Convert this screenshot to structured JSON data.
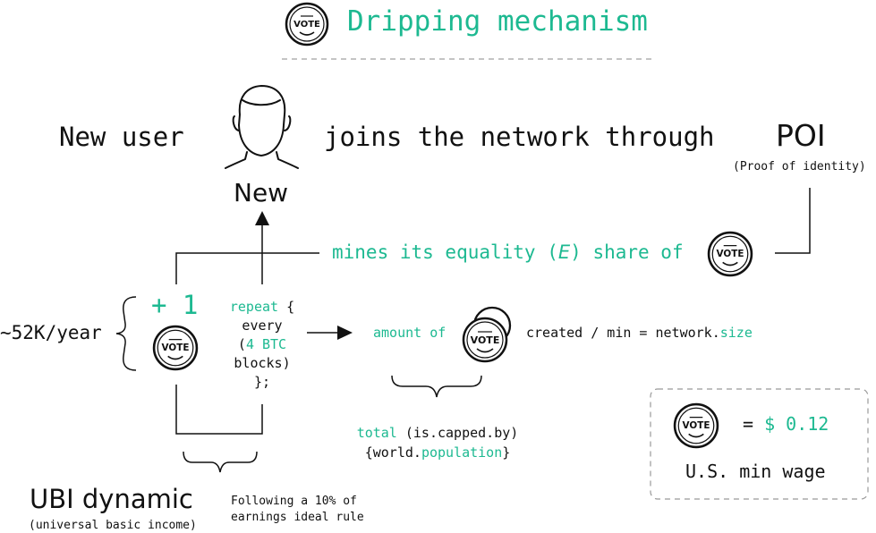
{
  "title": "Dripping mechanism",
  "coin_label": "VOTE",
  "colors": {
    "accent": "#1db991",
    "ink": "#111111"
  },
  "header": {
    "new_user": "New user",
    "joins": "joins the network through",
    "poi": "POI",
    "poi_sub": "(Proof of identity)",
    "new_label": "New"
  },
  "mines": {
    "text_a": "mines its equality (",
    "e": "E",
    "text_b": ") share of"
  },
  "drip": {
    "plus_one": "+ 1",
    "rate": "~52K/year",
    "repeat_kw": "repeat",
    "repeat_open": " {",
    "every": "every",
    "paren_open": "(",
    "btc": "4 BTC",
    "blocks": "blocks)",
    "close": "};"
  },
  "formula": {
    "amount_of": "amount of",
    "created": "created / min = network.",
    "size": "size"
  },
  "cap": {
    "total": "total",
    "capped": " (is.capped.by)",
    "brace_open": "{world.",
    "population": "population",
    "brace_close": "}"
  },
  "ubi": {
    "title": "UBI dynamic",
    "sub": "(universal basic income)",
    "rule_line1": "Following a 10% of",
    "rule_line2": "earnings ideal rule"
  },
  "wage": {
    "equals": "= ",
    "value": "$ 0.12",
    "label": "U.S. min wage"
  }
}
